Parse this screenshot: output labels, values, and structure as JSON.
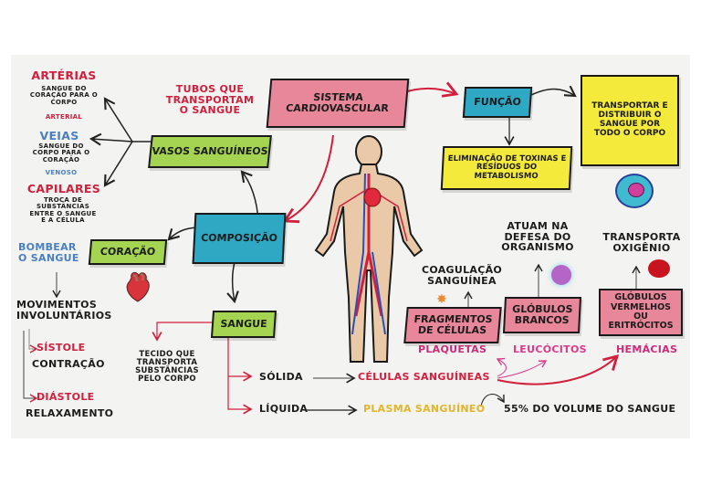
{
  "title": "SISTEMA CARDIOVASCULAR",
  "colors": {
    "red": "#d11f3d",
    "blue": "#4a7fc1",
    "pink": "#d93a8c",
    "gold": "#e2b62a",
    "green_box": "#a5d452",
    "pink_box": "#e88799",
    "teal_box": "#2fa8c4",
    "yellow_box": "#f4ea3b"
  },
  "center": {
    "label": "SISTEMA CARDIOVASCULAR"
  },
  "funcao": {
    "label": "FUNÇÃO",
    "items": [
      "TRANSPORTAR E DISTRIBUIR O SANGUE POR TODO O CORPO",
      "ELIMINAÇÃO DE TOXINAS E RESÍDUOS DO METABOLISMO"
    ]
  },
  "composicao": {
    "label": "COMPOSIÇÃO"
  },
  "vasos": {
    "label": "VASOS SANGUÍNEOS",
    "note": "TUBOS QUE TRANSPORTAM O SANGUE",
    "types": [
      {
        "name": "ARTÉRIAS",
        "desc": "SANGUE DO CORAÇÃO PARA O CORPO",
        "tag": "ARTERIAL"
      },
      {
        "name": "VEIAS",
        "desc": "SANGUE DO CORPO PARA O CORAÇÃO",
        "tag": "VENOSO"
      },
      {
        "name": "CAPILARES",
        "desc": "TROCA DE SUBSTÂNCIAS ENTRE O SANGUE E A CÉLULA",
        "tag": ""
      }
    ]
  },
  "coracao": {
    "label": "CORAÇÃO",
    "function": "BOMBEAR O SANGUE",
    "movements": "MOVIMENTOS INVOLUNTÁRIOS",
    "phases": [
      {
        "name": "SÍSTOLE",
        "desc": "CONTRAÇÃO"
      },
      {
        "name": "DIÁSTOLE",
        "desc": "RELAXAMENTO"
      }
    ]
  },
  "sangue": {
    "label": "SANGUE",
    "desc": "TECIDO QUE TRANSPORTA SUBSTÂNCIAS PELO CORPO",
    "parts": [
      {
        "phase": "SÓLIDA",
        "result": "CÉLULAS SANGUÍNEAS"
      },
      {
        "phase": "LÍQUIDA",
        "result": "PLASMA SANGUÍNEO",
        "note": "55% DO VOLUME DO SANGUE"
      }
    ]
  },
  "celulas": [
    {
      "name": "PLAQUETAS",
      "box": "FRAGMENTOS DE CÉLULAS",
      "role": "COAGULAÇÃO SANGUÍNEA"
    },
    {
      "name": "LEUCÓCITOS",
      "box": "GLÓBULOS BRANCOS",
      "role": "ATUAM NA DEFESA DO ORGANISMO"
    },
    {
      "name": "HEMÁCIAS",
      "box": "GLÓBULOS VERMELHOS OU ERITRÓCITOS",
      "role": "TRANSPORTA OXIGÊNIO"
    }
  ],
  "icons": [
    "human-body-circulatory-icon",
    "heart-icon",
    "cell-icon",
    "white-blood-cell-icon",
    "red-blood-cell-icon",
    "platelet-icon"
  ]
}
